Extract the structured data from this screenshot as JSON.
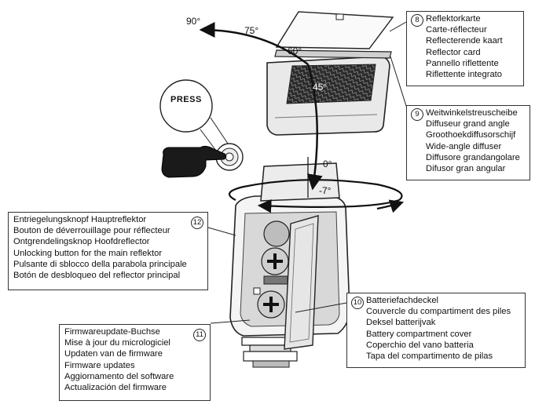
{
  "angles": {
    "a90": "90°",
    "a75": "75°",
    "a60": "60°",
    "a45": "45°",
    "a0": "0°",
    "aminus7": "-7°"
  },
  "press_label": "PRESS",
  "callouts": {
    "c8": {
      "number": "8",
      "lines": [
        "Reflektorkarte",
        "Carte-réflecteur",
        "Reflecterende kaart",
        "Reflector card",
        "Pannello riflettente",
        "Riflettente integrato"
      ]
    },
    "c9": {
      "number": "9",
      "lines": [
        "Weitwinkelstreuscheibe",
        "Diffuseur grand angle",
        "Groothoekdiffusorschijf",
        "Wide-angle diffuser",
        "Diffusore grandangolare",
        "Difusor gran angular"
      ]
    },
    "c12": {
      "number": "12",
      "lines": [
        "Entriegelungsknopf Hauptreflektor",
        "Bouton de déverrouillage pour réflecteur",
        "Ontgrendelingsknop Hoofdreflector",
        "Unlocking button for the main reflektor",
        "Pulsante di sblocco della parabola principale",
        "Botón de desbloqueo del reflector principal"
      ]
    },
    "c10": {
      "number": "10",
      "lines": [
        "Batteriefachdeckel",
        "Couvercle du compartiment des piles",
        "Deksel batterijvak",
        "Battery compartment cover",
        "Coperchio del vano batteria",
        "Tapa del compartimento de pilas"
      ]
    },
    "c11": {
      "number": "11",
      "lines": [
        "Firmwareupdate-Buchse",
        "Mise à jour du micrologiciel",
        "Updaten van de firmware",
        "Firmware updates",
        "Aggiornamento del software",
        "Actualización del firmware"
      ]
    }
  }
}
